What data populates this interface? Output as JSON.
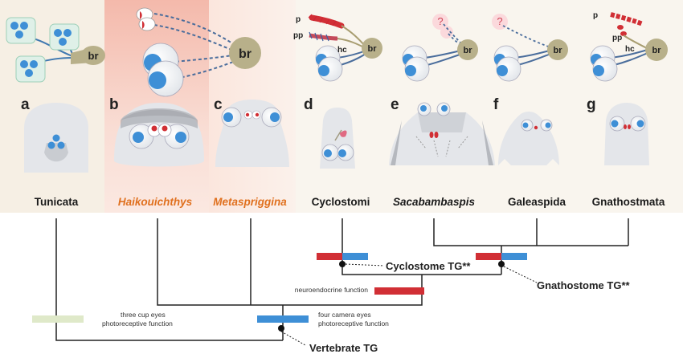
{
  "panels": [
    {
      "letter": "a",
      "taxon": "Tunicata",
      "fossil": false
    },
    {
      "letter": "b",
      "taxon": "Haikouichthys",
      "fossil": true
    },
    {
      "letter": "c",
      "taxon": "Metaspriggina",
      "fossil": true
    },
    {
      "letter": "d",
      "taxon": "Cyclostomi",
      "fossil": false
    },
    {
      "letter": "e",
      "taxon": "Sacabambaspis",
      "fossil": true
    },
    {
      "letter": "f",
      "taxon": "Galeaspida",
      "fossil": false
    },
    {
      "letter": "g",
      "taxon": "Gnathostmata",
      "fossil": false
    }
  ],
  "labels": {
    "br": "br",
    "p": "p",
    "pp": "pp",
    "hc": "hc",
    "unknown": "?"
  },
  "tree": {
    "cyclostome_tg": "Cyclostome TG**",
    "gnathostome_tg": "Gnathostome TG**",
    "vertebrate_tg": "Vertebrate TG",
    "neuroendocrine": "neuroendocrine function",
    "three_cup_line1": "three cup eyes",
    "three_cup_line2": "photoreceptive function",
    "four_camera_line1": "four camera eyes",
    "four_camera_line2": "photoreceptive function"
  },
  "colors": {
    "eye_blue": "#3e8fd6",
    "tg_red": "#d12f35",
    "fossil_orange": "#e0701e",
    "brain_olive": "#b8b08a",
    "head_gray": "#e4e6ea",
    "tunicate_bar": "#dfe9c9"
  }
}
